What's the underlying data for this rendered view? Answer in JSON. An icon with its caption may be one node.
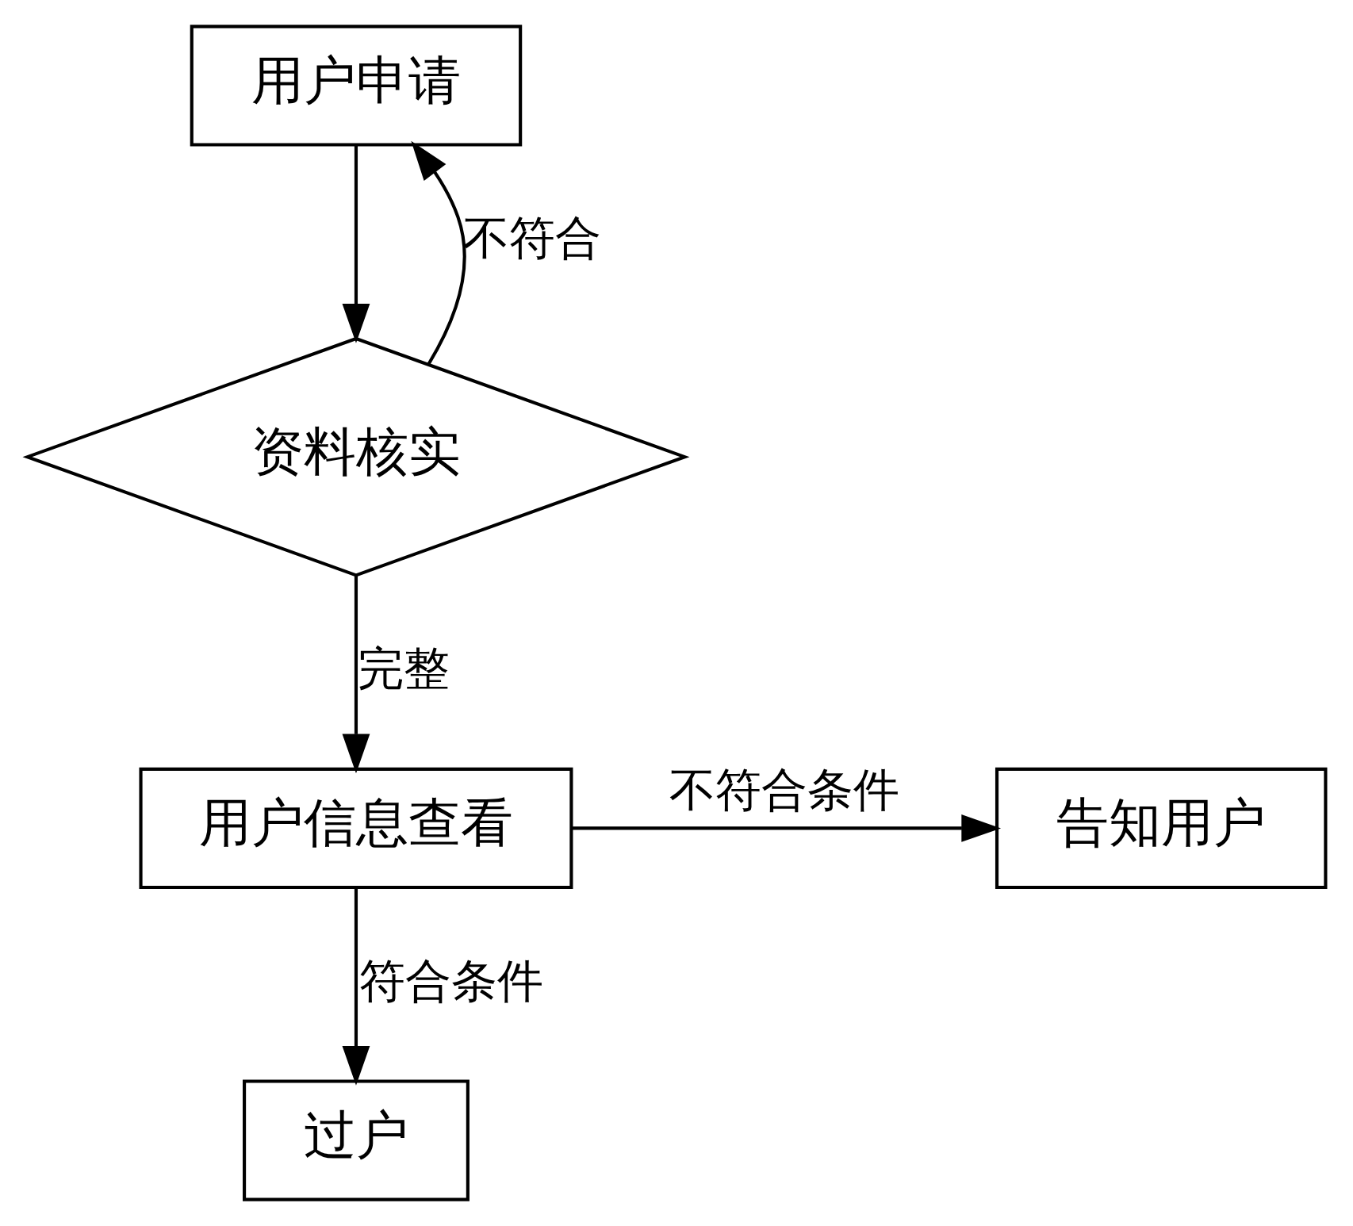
{
  "diagram": {
    "nodes": [
      {
        "text": [
          "用户申请"
        ]
      },
      {
        "text": [
          "资料核实"
        ]
      },
      {
        "text": [
          "用户信息查看"
        ]
      },
      {
        "text": [
          "告知用户"
        ]
      },
      {
        "text": [
          "过户"
        ]
      }
    ],
    "edges": [
      {
        "from": 0,
        "to": 1,
        "arrow": "to"
      },
      {
        "from": 1,
        "to": 0,
        "arrow": "to",
        "label": "不符合"
      },
      {
        "from": 1,
        "to": 2,
        "arrow": "to",
        "label": "完整"
      },
      {
        "from": 2,
        "to": 3,
        "arrow": "to",
        "label": "不符合条件"
      },
      {
        "from": 2,
        "to": 4,
        "arrow": "to",
        "label": "符合条件"
      }
    ]
  }
}
